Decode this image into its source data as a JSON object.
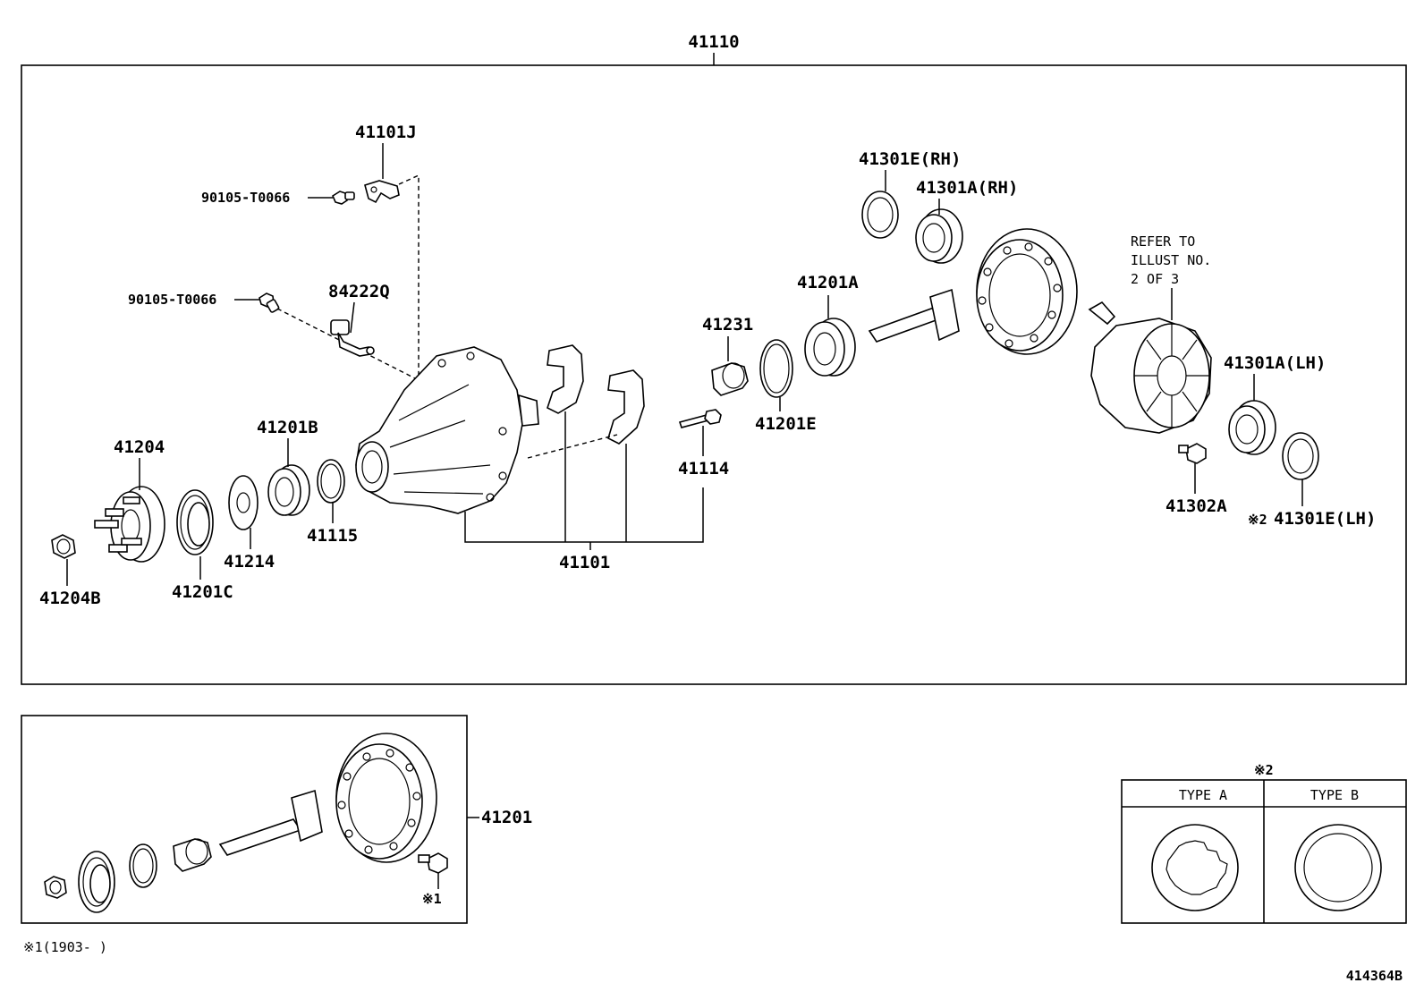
{
  "labels": {
    "assembly": "41110",
    "sensor_bracket": "41101J",
    "bolt_upper": "90105-T0066",
    "bolt_lower": "90105-T0066",
    "sensor": "84222Q",
    "pinion_bearing_rh_outer": "41301E(RH)",
    "side_bearing_rh": "41301A(RH)",
    "bearing_a": "41201A",
    "spacer": "41231",
    "washer_e": "41201E",
    "refer_line1": "REFER TO",
    "refer_line2": "ILLUST NO.",
    "refer_line3": "2 OF 3",
    "side_bearing_lh": "41301A(LH)",
    "flange": "41204",
    "bearing_b": "41201B",
    "cap_bolt": "41114",
    "shim": "41115",
    "washer": "41214",
    "oil_seal": "41201C",
    "carrier": "41101",
    "nut": "41204B",
    "ring_bolt": "41302A",
    "adjuster_lh": "41301E(LH)",
    "note2_mark_inline": "※2",
    "gear_set": "41201",
    "note1_mark": "※1",
    "footnote": "※1(1903-      )",
    "note2_mark_table": "※2",
    "type_a": "TYPE  A",
    "type_b": "TYPE  B",
    "figure_id": "414364B"
  },
  "icons": [
    "companion-flange-icon",
    "flange-nut-icon",
    "oil-seal-icon",
    "washer-icon",
    "bearing-icon",
    "shim-ring-icon",
    "carrier-housing-icon",
    "bearing-cap-icon",
    "bolt-icon",
    "spacer-icon",
    "ring-gear-pinion-icon",
    "differential-case-icon",
    "speed-sensor-icon",
    "sensor-bracket-icon",
    "adjusting-nut-icon"
  ]
}
